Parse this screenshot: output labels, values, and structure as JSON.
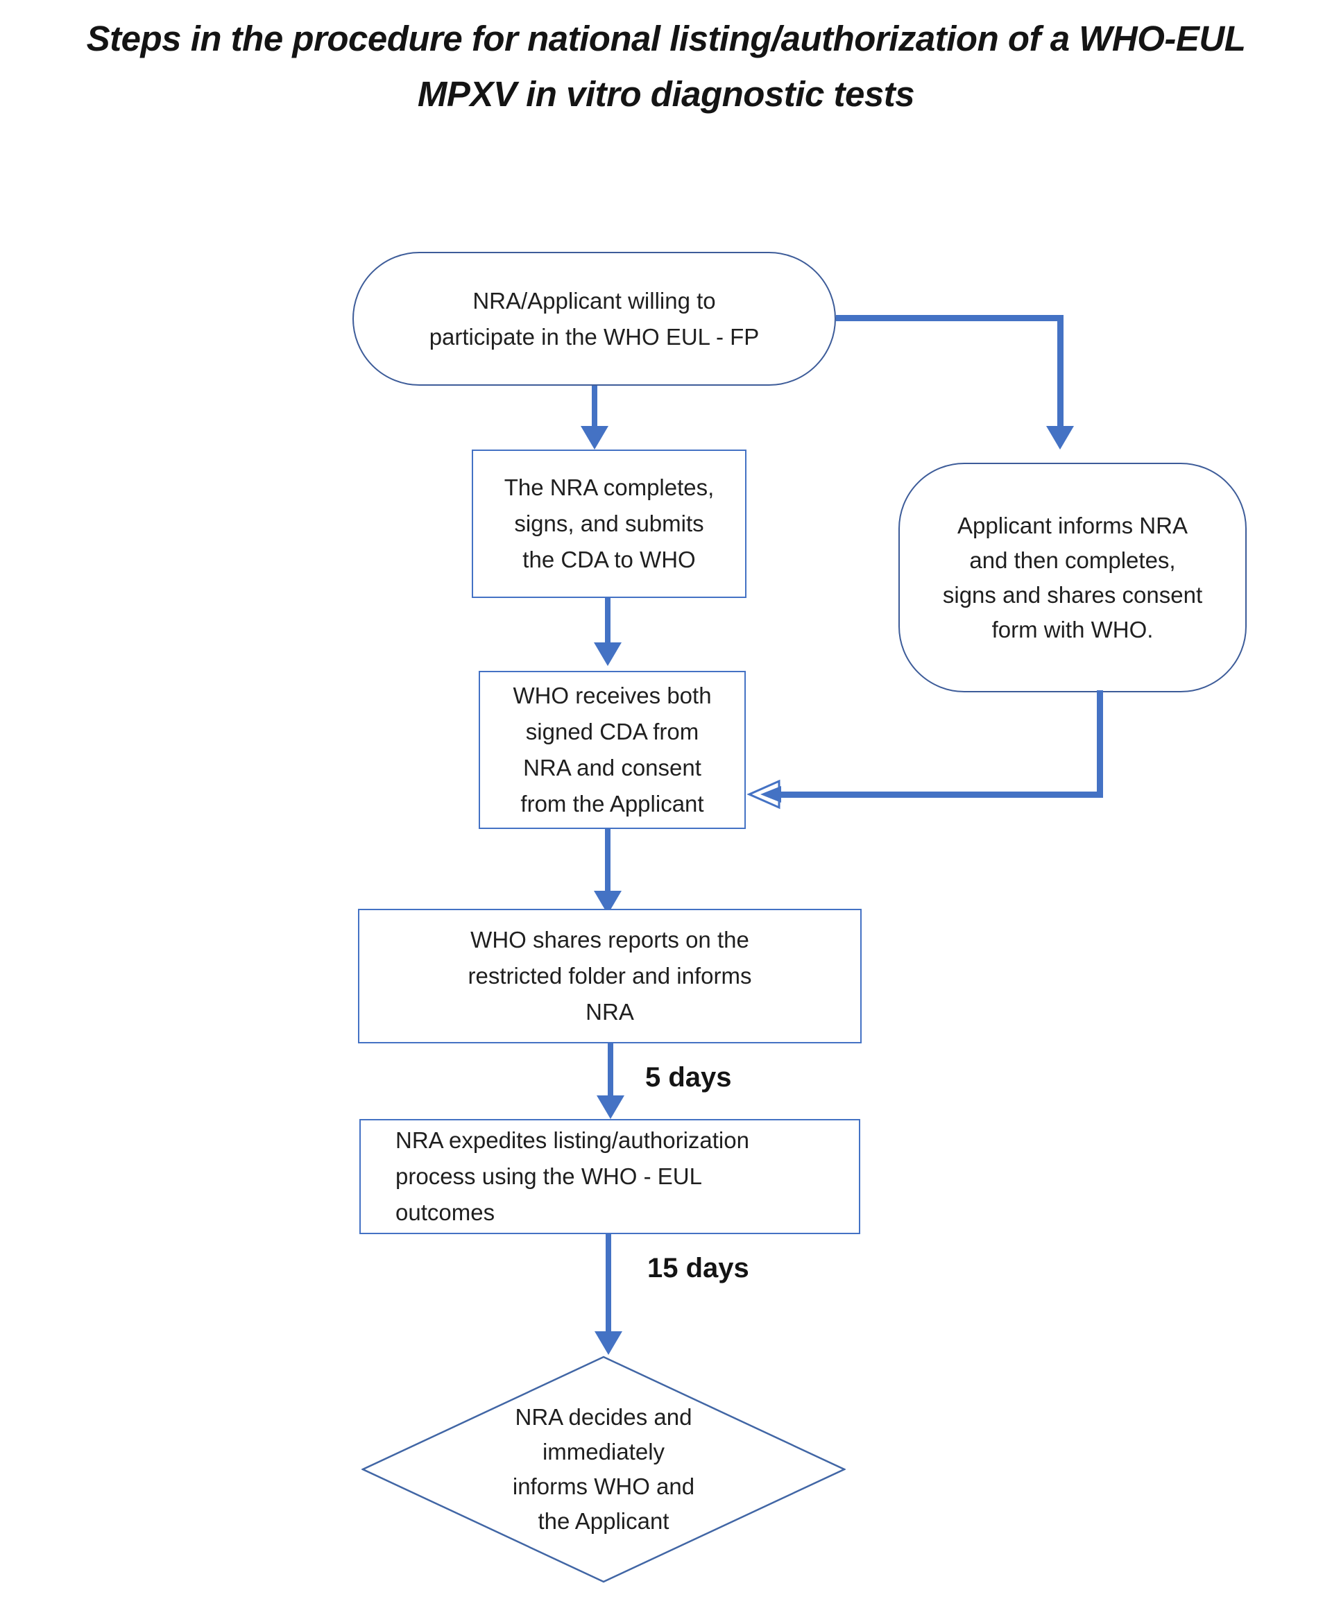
{
  "title": {
    "line1": "Steps in the procedure for national listing/authorization of a WHO-EUL",
    "line2": "MPXV in vitro diagnostic tests"
  },
  "flow": {
    "oval_start": {
      "lines": [
        "NRA/Applicant willing to",
        "participate in the WHO EUL - FP"
      ]
    },
    "box_nra_cda": {
      "lines": [
        "The NRA completes,",
        "signs, and submits",
        "the CDA to WHO"
      ]
    },
    "rrect_applicant": {
      "lines": [
        "Applicant informs NRA",
        "and then completes,",
        "signs and shares consent",
        "form with WHO."
      ]
    },
    "box_who_receives": {
      "lines": [
        "WHO receives both",
        "signed CDA from",
        "NRA and consent",
        "from the Applicant"
      ]
    },
    "box_who_shares": {
      "lines": [
        "WHO shares reports on the",
        "restricted folder and informs",
        "NRA"
      ]
    },
    "box_nra_expedites": {
      "lines": [
        "NRA expedites listing/authorization",
        "process using the WHO - EUL",
        "outcomes"
      ]
    },
    "diamond_decision": {
      "lines": [
        "NRA decides and",
        "immediately",
        "informs WHO and",
        "the Applicant"
      ]
    },
    "label_5_days": "5 days",
    "label_15_days": "15 days"
  },
  "colors": {
    "shape_border_dark": "#3d5c99",
    "shape_border_blue": "#4472c4",
    "arrow_blue": "#4472c4",
    "text": "#1f1f1f"
  }
}
